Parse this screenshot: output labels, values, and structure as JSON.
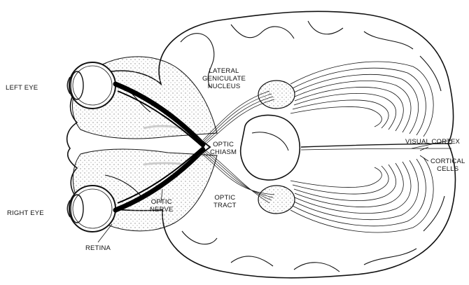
{
  "labels": {
    "left_eye": "LEFT EYE",
    "right_eye": "RIGHT EYE",
    "retina": "RETINA",
    "optic_nerve": "OPTIC\nNERVE",
    "optic_chiasm": "OPTIC\nCHIASM",
    "optic_tract": "OPTIC\nTRACT",
    "lateral_geniculate_nucleus": "LATERAL\nGENICULATE\nNUCLEUS",
    "visual_cortex": "VISUAL CORTEX",
    "cortical_cells": "CORTICAL\nCELLS"
  },
  "colors": {
    "ink": "#111111",
    "paper": "#ffffff",
    "stipple": "#9a9a9a"
  }
}
